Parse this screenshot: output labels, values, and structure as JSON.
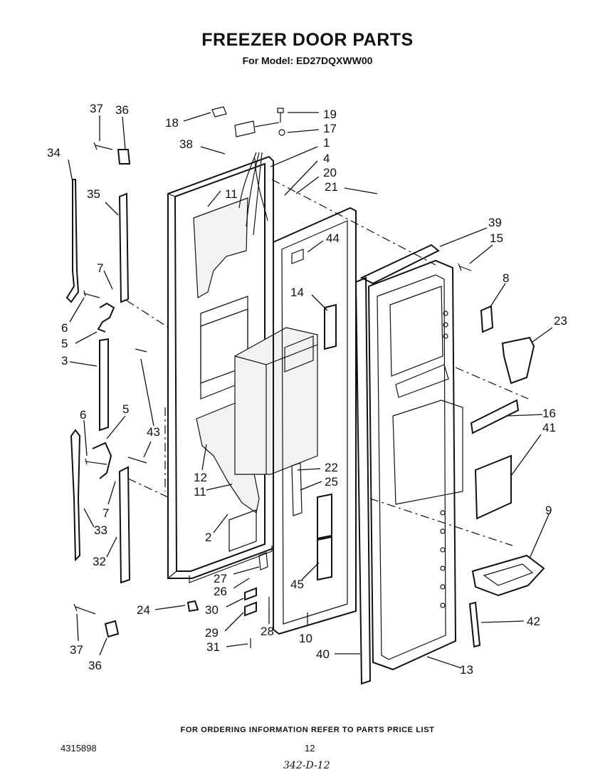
{
  "header": {
    "title": "FREEZER DOOR PARTS",
    "subtitle": "For Model: ED27DQXWW00"
  },
  "callouts": [
    {
      "label": "37"
    },
    {
      "label": "36"
    },
    {
      "label": "18"
    },
    {
      "label": "19"
    },
    {
      "label": "17"
    },
    {
      "label": "38"
    },
    {
      "label": "1"
    },
    {
      "label": "4"
    },
    {
      "label": "20"
    },
    {
      "label": "21"
    },
    {
      "label": "34"
    },
    {
      "label": "35"
    },
    {
      "label": "11"
    },
    {
      "label": "39"
    },
    {
      "label": "15"
    },
    {
      "label": "44"
    },
    {
      "label": "7"
    },
    {
      "label": "8"
    },
    {
      "label": "6"
    },
    {
      "label": "14"
    },
    {
      "label": "23"
    },
    {
      "label": "5"
    },
    {
      "label": "3"
    },
    {
      "label": "5"
    },
    {
      "label": "6"
    },
    {
      "label": "43"
    },
    {
      "label": "16"
    },
    {
      "label": "41"
    },
    {
      "label": "12"
    },
    {
      "label": "22"
    },
    {
      "label": "11"
    },
    {
      "label": "25"
    },
    {
      "label": "7"
    },
    {
      "label": "9"
    },
    {
      "label": "33"
    },
    {
      "label": "2"
    },
    {
      "label": "32"
    },
    {
      "label": "27"
    },
    {
      "label": "26"
    },
    {
      "label": "45"
    },
    {
      "label": "24"
    },
    {
      "label": "30"
    },
    {
      "label": "42"
    },
    {
      "label": "28"
    },
    {
      "label": "29"
    },
    {
      "label": "10"
    },
    {
      "label": "37"
    },
    {
      "label": "31"
    },
    {
      "label": "40"
    },
    {
      "label": "13"
    },
    {
      "label": "36"
    }
  ],
  "footer": {
    "note": "FOR ORDERING INFORMATION REFER TO PARTS PRICE LIST",
    "doc_number": "4315898",
    "page_number": "12",
    "handwritten": "342-D-12"
  }
}
